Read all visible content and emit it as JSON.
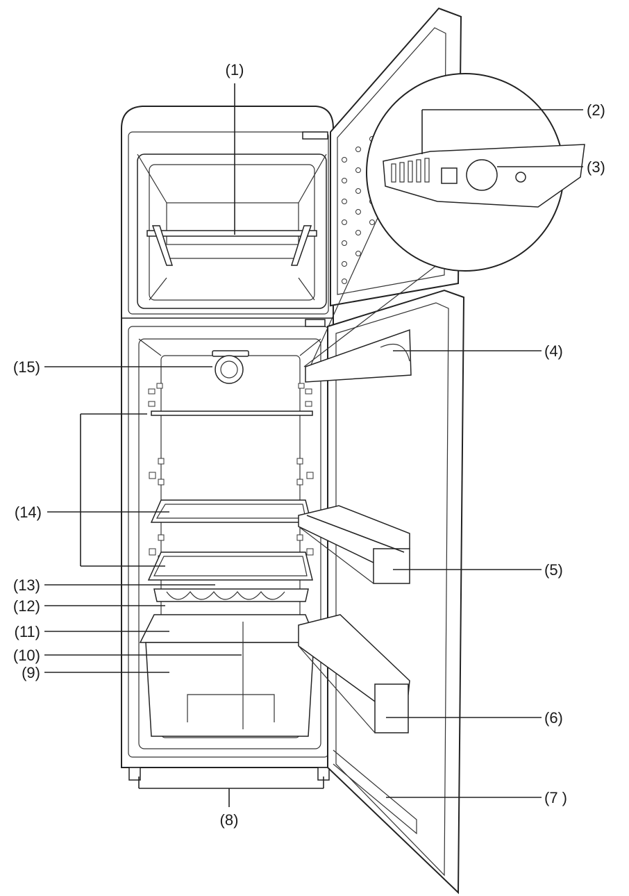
{
  "labels": {
    "l1": "(1)",
    "l2": "(2)",
    "l3": "(3)",
    "l4": "(4)",
    "l5": "(5)",
    "l6": "(6)",
    "l7": "(7 )",
    "l8": "(8)",
    "l9": "(9)",
    "l10": "(10)",
    "l11": "(11)",
    "l12": "(12)",
    "l13": "(13)",
    "l14": "(14)",
    "l15": "(15)"
  }
}
